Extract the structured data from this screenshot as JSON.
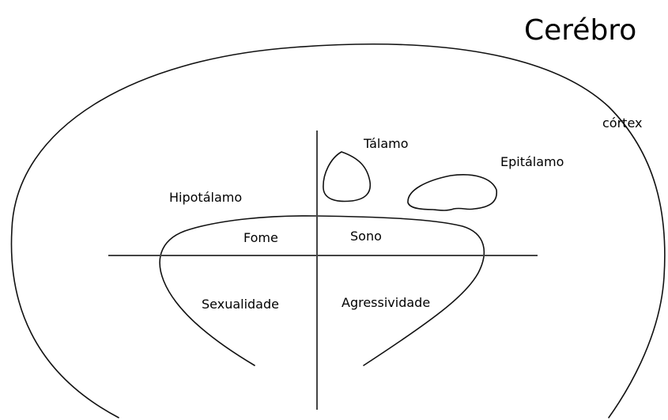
{
  "diagram": {
    "title": "Cerébro",
    "labels": {
      "cortex": "córtex",
      "talamo": "Tálamo",
      "epitalamo": "Epitálamo",
      "hipotalamo": "Hipotálamo",
      "fome": "Fome",
      "sono": "Sono",
      "sexualidade": "Sexualidade",
      "agressividade": "Agressividade"
    }
  }
}
